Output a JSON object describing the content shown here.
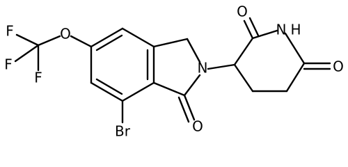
{
  "molecule": {
    "atoms": {
      "f1": "F",
      "f2": "F",
      "f3": "F",
      "o_ether": "O",
      "br": "Br",
      "o_lactam": "O",
      "n_ring": "N",
      "o_imide1": "O",
      "nh": "N",
      "h": "H",
      "o_imide2": "O"
    }
  }
}
